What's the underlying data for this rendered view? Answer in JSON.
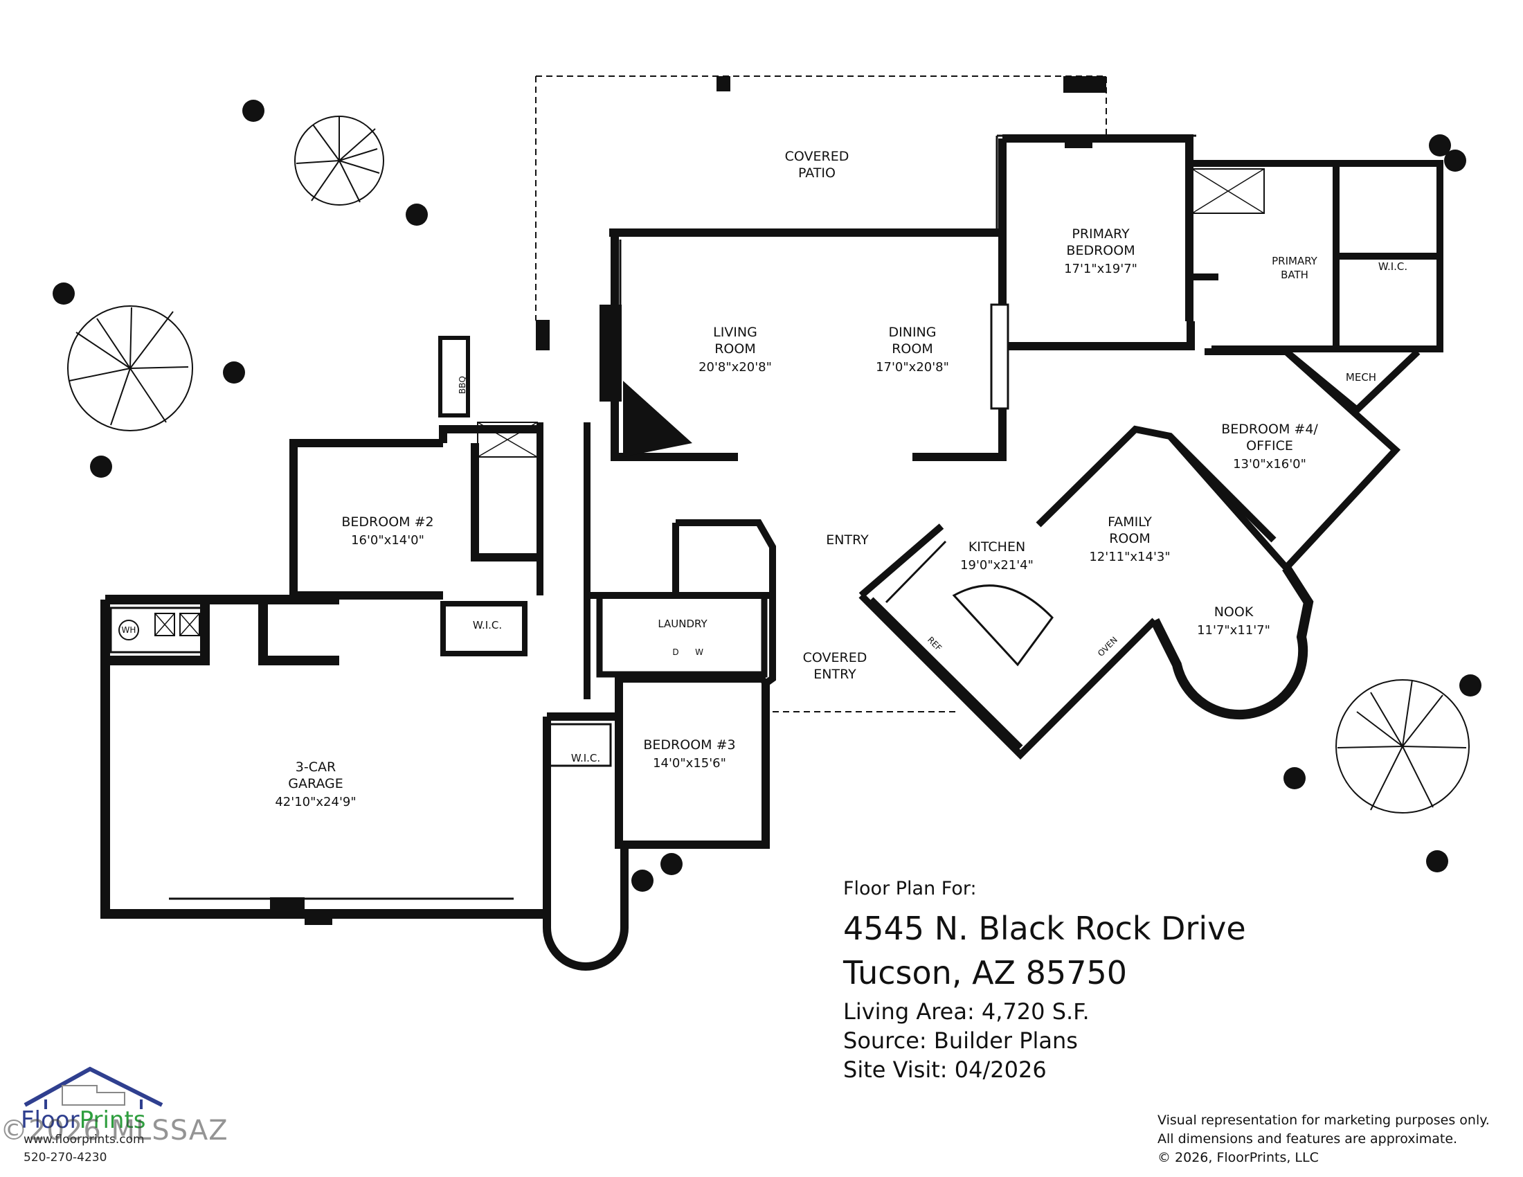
{
  "rooms": {
    "covered_patio": {
      "line1": "COVERED",
      "line2": "PATIO"
    },
    "living_room": {
      "line1": "LIVING",
      "line2": "ROOM",
      "dims": "20'8\"x20'8\""
    },
    "dining_room": {
      "line1": "DINING",
      "line2": "ROOM",
      "dims": "17'0\"x20'8\""
    },
    "primary_bedroom": {
      "line1": "PRIMARY",
      "line2": "BEDROOM",
      "dims": "17'1\"x19'7\""
    },
    "primary_bath": {
      "line1": "PRIMARY",
      "line2": "BATH"
    },
    "primary_wic": {
      "label": "W.I.C."
    },
    "mech": {
      "label": "MECH"
    },
    "bedroom4": {
      "line1": "BEDROOM #4/",
      "line2": "OFFICE",
      "dims": "13'0\"x16'0\""
    },
    "family_room": {
      "line1": "FAMILY",
      "line2": "ROOM",
      "dims": "12'11\"x14'3\""
    },
    "kitchen": {
      "label": "KITCHEN",
      "dims": "19'0\"x21'4\""
    },
    "nook": {
      "label": "NOOK",
      "dims": "11'7\"x11'7\""
    },
    "entry": {
      "label": "ENTRY"
    },
    "covered_entry": {
      "line1": "COVERED",
      "line2": "ENTRY"
    },
    "laundry": {
      "label": "LAUNDRY"
    },
    "bedroom2": {
      "label": "BEDROOM #2",
      "dims": "16'0\"x14'0\""
    },
    "bedroom2_wic": {
      "label": "W.I.C."
    },
    "bedroom3": {
      "label": "BEDROOM #3",
      "dims": "14'0\"x15'6\""
    },
    "bedroom3_wic": {
      "label": "W.I.C."
    },
    "garage": {
      "line1": "3-CAR",
      "line2": "GARAGE",
      "dims": "42'10\"x24'9\""
    }
  },
  "fixtures": {
    "bbq": "BBQ",
    "water_heater": "WH",
    "refrigerator": "REF",
    "oven": "OVEN",
    "dryer": "D",
    "washer": "W"
  },
  "info": {
    "heading": "Floor Plan For:",
    "address_line1": "4545 N. Black Rock Drive",
    "address_line2": "Tucson, AZ  85750",
    "living_area": "Living Area:  4,720 S.F.",
    "source": "Source:  Builder Plans",
    "site_visit": "Site Visit:  04/2026"
  },
  "disclaimer": {
    "line1": "Visual representation for marketing purposes only.",
    "line2": "All dimensions and features are approximate.",
    "line3": "© 2026, FloorPrints, LLC"
  },
  "logo": {
    "name_part1": "Floor",
    "name_part2": "Prints",
    "website": "www.floorprints.com",
    "phone": "520-270-4230",
    "icon": "house-outline-icon"
  },
  "watermark": "©2026 MLSSAZ",
  "colors": {
    "wall": "#111111",
    "logo_blue": "#2f3f8f",
    "logo_green": "#2e9e3e"
  }
}
